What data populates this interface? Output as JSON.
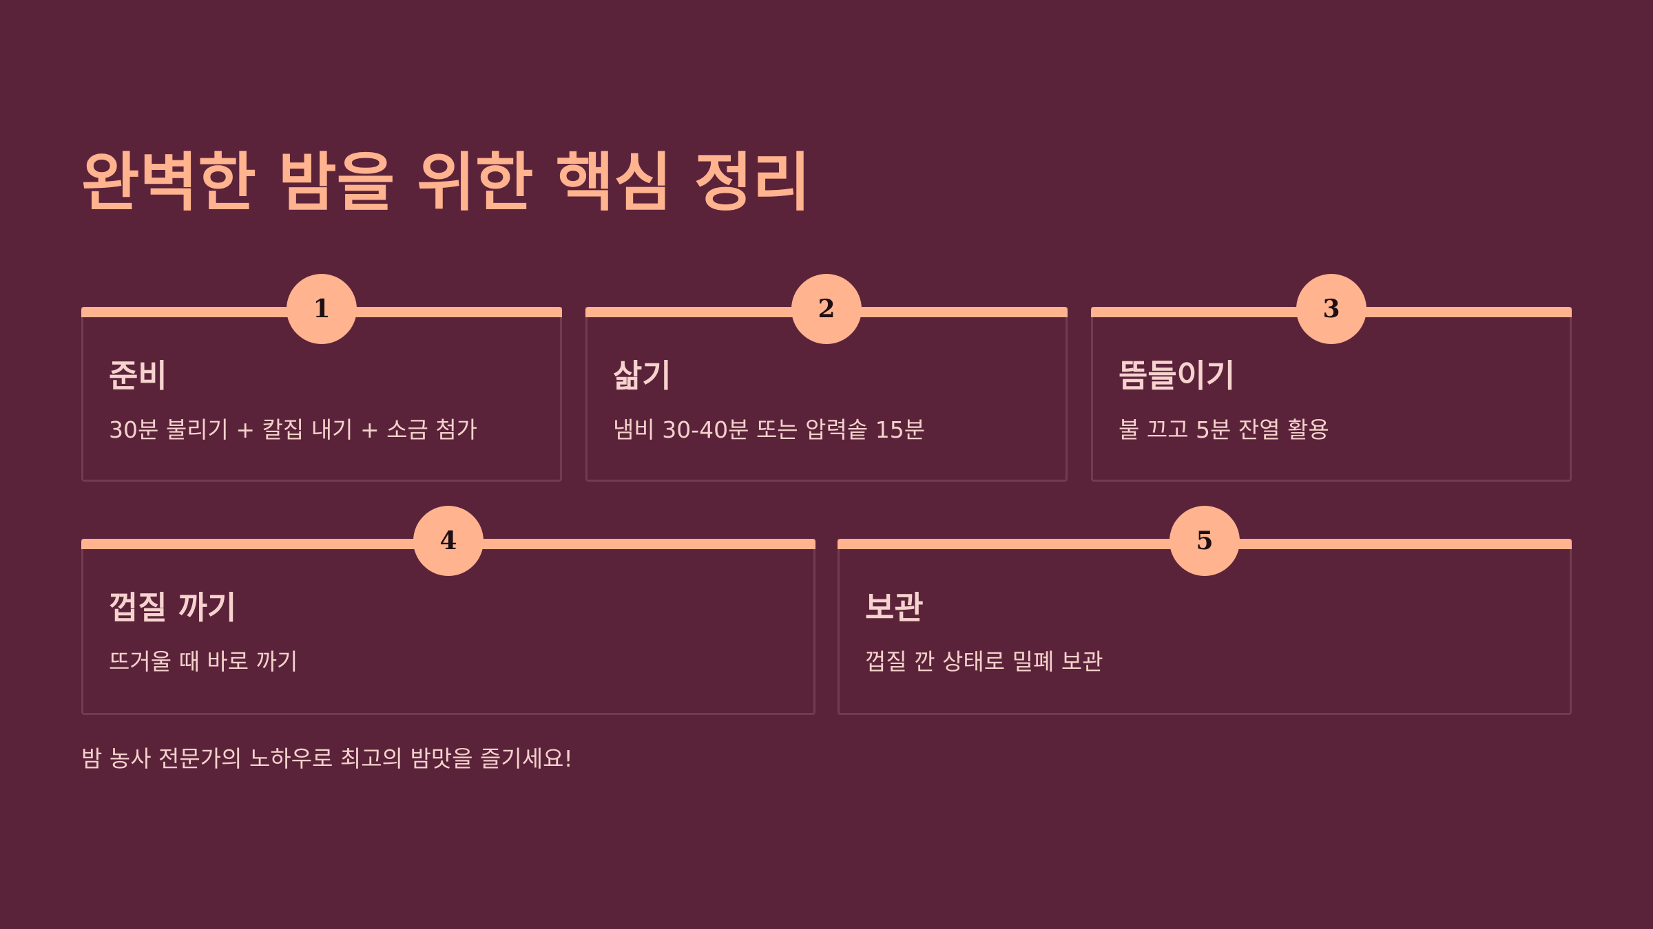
{
  "slide": {
    "title": "완벽한 밤을 위한 핵심 정리",
    "steps": [
      {
        "number": "1",
        "title": "준비",
        "description": "30분 불리기 + 칼집 내기 + 소금 첨가"
      },
      {
        "number": "2",
        "title": "삶기",
        "description": "냄비 30-40분 또는 압력솥 15분"
      },
      {
        "number": "3",
        "title": "뜸들이기",
        "description": "불 끄고 5분 잔열 활용"
      },
      {
        "number": "4",
        "title": "껍질 까기",
        "description": "뜨거울 때 바로 까기"
      },
      {
        "number": "5",
        "title": "보관",
        "description": "껍질 깐 상태로 밀폐 보관"
      }
    ],
    "footer": "밤 농사 전문가의 노하우로 최고의 밤맛을 즐기세요!"
  },
  "colors": {
    "background": "#5B233A",
    "accent": "#FFB38E",
    "card_border": "#733A50",
    "text": "#F4D2CC",
    "badge_text": "#1E0F14"
  }
}
